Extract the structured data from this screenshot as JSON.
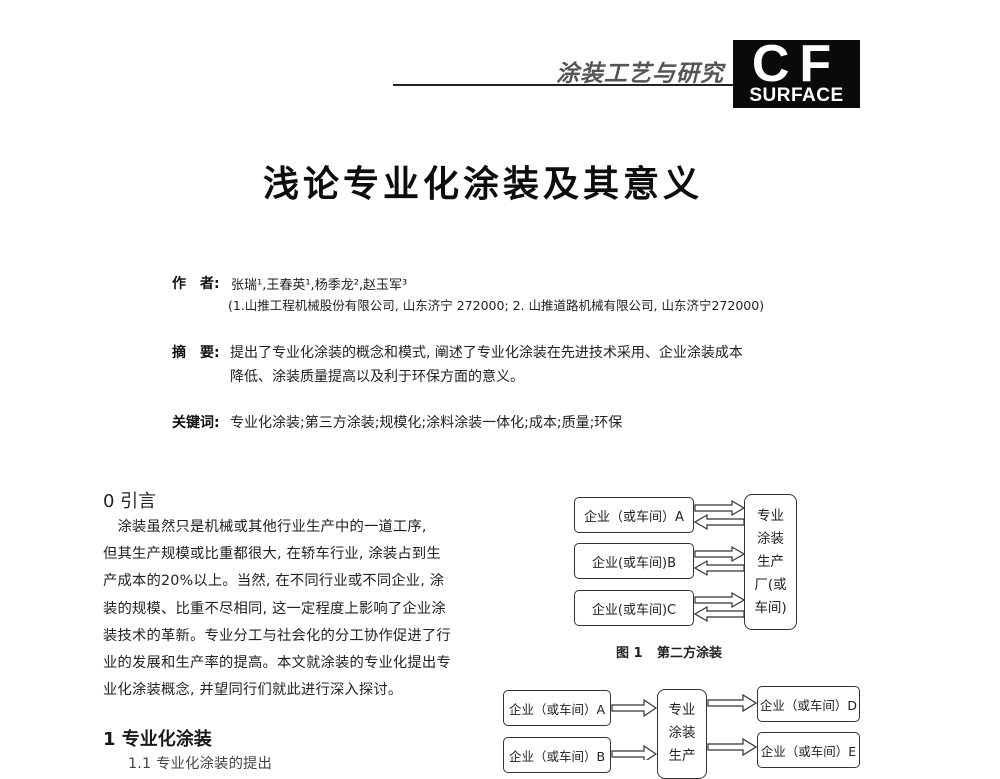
{
  "header": {
    "section_title": "涂装工艺与研究",
    "logo": {
      "top": "CF",
      "bottom": "SURFACE"
    }
  },
  "paper": {
    "title": "浅论专业化涂装及其意义",
    "authors_label": "作　者:",
    "authors": "张瑞¹,王春英¹,杨季龙²,赵玉军³",
    "affiliation": "(1.山推工程机械股份有限公司, 山东济宁 272000; 2. 山推道路机械有限公司, 山东济宁272000)",
    "abstract_label": "摘　要:",
    "abstract_lines": [
      "提出了专业化涂装的概念和模式, 阐述了专业化涂装在先进技术采用、企业涂装成本",
      "降低、涂装质量提高以及利于环保方面的意义。"
    ],
    "keywords_label": "关键词:",
    "keywords": "专业化涂装;第三方涂装;规模化;涂料涂装一体化;成本;质量;环保"
  },
  "body": {
    "section0_heading": "0 引言",
    "section0_lines": [
      "　涂装虽然只是机械或其他行业生产中的一道工序,",
      "但其生产规模或比重都很大, 在轿车行业, 涂装占到生",
      "产成本的20%以上。当然, 在不同行业或不同企业, 涂",
      "装的规模、比重不尽相同, 这一定程度上影响了企业涂",
      "装技术的革新。专业分工与社会化的分工协作促进了行",
      "业的发展和生产率的提高。本文就涂装的专业化提出专",
      "业化涂装概念, 并望同行们就此进行深入探讨。"
    ],
    "section1_heading": "1 专业化涂装",
    "section1_partial": "1.1 专业化涂装的提出"
  },
  "figure1": {
    "boxes": [
      "企业（或车间）A",
      "企业(或车间)B",
      "企业(或车间)C"
    ],
    "center_lines": [
      "专业",
      "涂装",
      "生产",
      "厂(或",
      "车间)"
    ],
    "caption_num": "图 1",
    "caption_text": "第二方涂装"
  },
  "figure2": {
    "left_boxes": [
      "企业（或车间）A",
      "企业（或车间）B"
    ],
    "center_lines": [
      "专业",
      "涂装",
      "生产"
    ],
    "right_boxes": [
      "企业（或车间）D",
      "企业（或车间）E"
    ]
  }
}
